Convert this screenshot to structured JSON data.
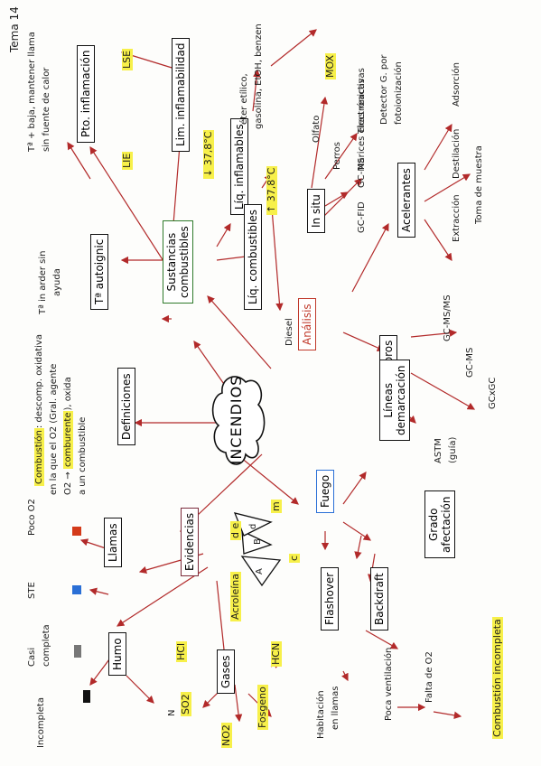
{
  "corner": "Tema 14",
  "center": "INCENDIOS",
  "definiciones": {
    "title": "Definiciones",
    "combustion_term": "Combustión",
    "combustion_text": "descomp. oxidativa",
    "line2": "en la que el O2 (Gral. agente",
    "line3_a": "O2 →",
    "line3_hl": "comburente",
    "line3_b": "), oxida",
    "line4": "a un combustible"
  },
  "sustancias": {
    "title_1": "Sustancias",
    "title_2": "combustibles",
    "t_autoignic": "Tª autoignic",
    "t_autoignic_note_1": "Tª in arder sin",
    "t_autoignic_note_2": "ayuda",
    "pto_inflamacion": "Pto. inflamación",
    "pto_note_1": "Tª + baja, mantener llama",
    "pto_note_2": "sin fuente de calor",
    "lim_inflamabilidad": "Lim. inflamabilidad",
    "lie": "LIE",
    "lse": "LSE",
    "liq_inflamables": "Líq. inflamables",
    "liq_inflamables_temp": "↓ 37,8°C",
    "liq_inflamables_ex_1": "éter etílico,",
    "liq_inflamables_ex_2": "gasolina, EtOH, benzen",
    "liq_combustibles": "Líq. combustibles",
    "liq_combustibles_temp": "↑ 37,8°C",
    "diesel": "Diesel"
  },
  "analisis": {
    "title": "Análisis",
    "in_situ": "In situ",
    "olfato": "Olfato",
    "perros": "Perros",
    "narices": "Narices electrónicas",
    "moX": "MOX",
    "acelerantes": "Acelerantes",
    "gc_fid": "GC-FID",
    "gc_ms": "GC-MS",
    "tiras": "Tiras reactivas",
    "detector_1": "Detector G. por",
    "detector_2": "fotoionización",
    "extraccion": "Extracción",
    "destilacion": "Destilación",
    "adsorcion": "Adsorción",
    "toma_muestra": "Toma de muestra",
    "escombros": "Escombros",
    "gc_ms_ms": "GC-MS/MS",
    "gc_ms_2": "GC-MS",
    "gcxgc": "GCxGC",
    "astm_1": "ASTM",
    "astm_2": "(guía)"
  },
  "evidencias": {
    "title": "Evidencias",
    "llamas": "Llamas",
    "poco_o2": "Poco O2",
    "ste": "STE",
    "humo": "Humo",
    "casi_completa_1": "Casi",
    "casi_completa_2": "completa",
    "incompleta": "Incompleta",
    "n": "N",
    "gases": "Gases",
    "hcl": "HCl",
    "hcn": "HCN",
    "acroleina": "Acroleína",
    "so2": "SO2",
    "fosgeno": "Fosgeno",
    "no2": "NO2"
  },
  "fuego": {
    "title": "Fuego",
    "lineas_1": "Líneas",
    "lineas_2": "demarcación",
    "grado_1": "Grado",
    "grado_2": "afectación",
    "flashover": "Flashover",
    "flashover_note_1": "Habitación",
    "flashover_note_2": "en llamas",
    "backdraft": "Backdraft",
    "backdraft_note_1": "Poca ventilación",
    "falta_o2": "Falta de O2",
    "combustion_incompleta": "Combustión incompleta",
    "tri_a": "A",
    "tri_b": "B",
    "tri_c": "c",
    "tri_d": "d",
    "tri_e": "e",
    "tri_m": "m",
    "tri_d2": "d",
    "lbl_de": "d e",
    "lbl_m": "m",
    "lbl_c": "c",
    "lbl_a": "a"
  },
  "colors": {
    "arrow": "#b22a2a",
    "highlight": "#f7f04a",
    "green": "#2f7a2a",
    "red": "#c0392b",
    "blue": "#2a6fd6"
  }
}
